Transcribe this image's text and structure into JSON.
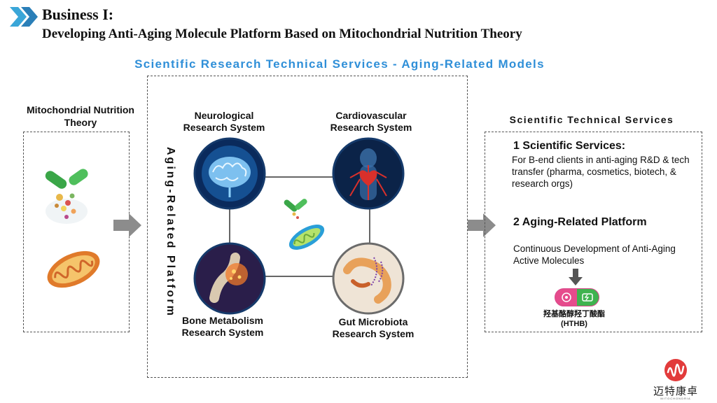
{
  "header": {
    "title": "Business I:",
    "subtitle": "Developing Anti-Aging Molecule Platform Based on Mitochondrial Nutrition Theory"
  },
  "section_heading": "Scientific Research Technical Services - Aging-Related Models",
  "left_panel": {
    "title": "Mitochondrial Nutrition Theory"
  },
  "center_panel": {
    "platform_label": "Aging-Related Platform",
    "nodes": [
      {
        "label": "Neurological Research System"
      },
      {
        "label": "Cardiovascular Research System"
      },
      {
        "label": "Bone Metabolism Research System"
      },
      {
        "label": "Gut Microbiota Research System"
      }
    ]
  },
  "right_panel": {
    "title": "Scientific Technical Services",
    "service1": {
      "heading": "1 Scientific Services:",
      "body": "For B-end clients in anti-aging R&D & tech transfer (pharma, cosmetics, biotech, & research orgs)"
    },
    "service2": {
      "heading": "2 Aging-Related Platform",
      "body": "Continuous Development of Anti-Aging Active Molecules"
    },
    "molecule": {
      "chinese_name": "羟基酪醇羟丁酸酯",
      "abbr": "(HTHB)"
    }
  },
  "logo": {
    "text": "迈特康卓",
    "subtext": "MITOCHONDRIA"
  },
  "colors": {
    "accent_blue": "#2f8fd8",
    "chevron": "#3aa6d8",
    "arrow_gray": "#8c8c8c",
    "logo_red": "#e23b3b",
    "capsule_green": "#3fb34f",
    "capsule_pink": "#e64b8c"
  }
}
